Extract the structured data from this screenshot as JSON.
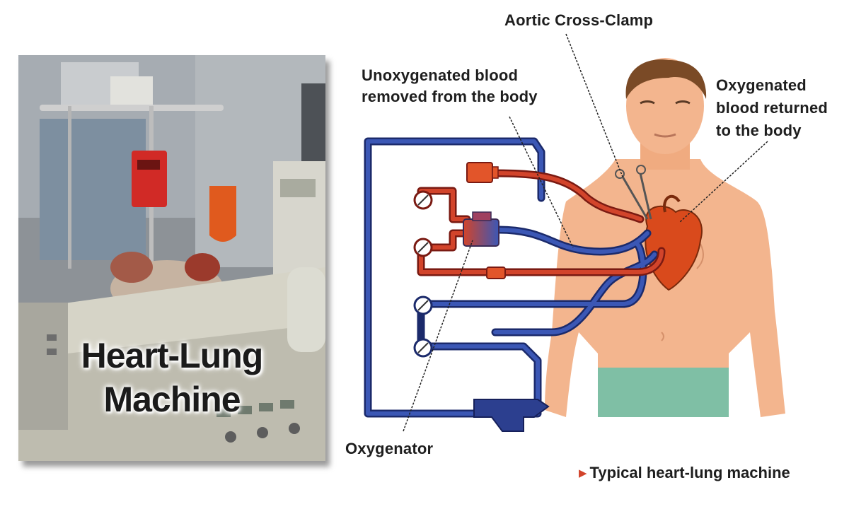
{
  "photo": {
    "title_line1": "Heart-Lung",
    "title_line2": "Machine"
  },
  "labels": {
    "aortic_clamp": "Aortic Cross-Clamp",
    "unoxygenated_line1": "Unoxygenated blood",
    "unoxygenated_line2": "removed from the body",
    "oxygenated_line1": "Oxygenated",
    "oxygenated_line2": "blood returned",
    "oxygenated_line3": "to the body",
    "oxygenator": "Oxygenator"
  },
  "caption": {
    "text": "Typical heart-lung machine"
  },
  "colors": {
    "venous_tube": "#2c3f8f",
    "arterial_tube": "#c0392b",
    "skin": "#f3b58e",
    "heart": "#d94a1c",
    "pants": "#7fbfa5"
  }
}
